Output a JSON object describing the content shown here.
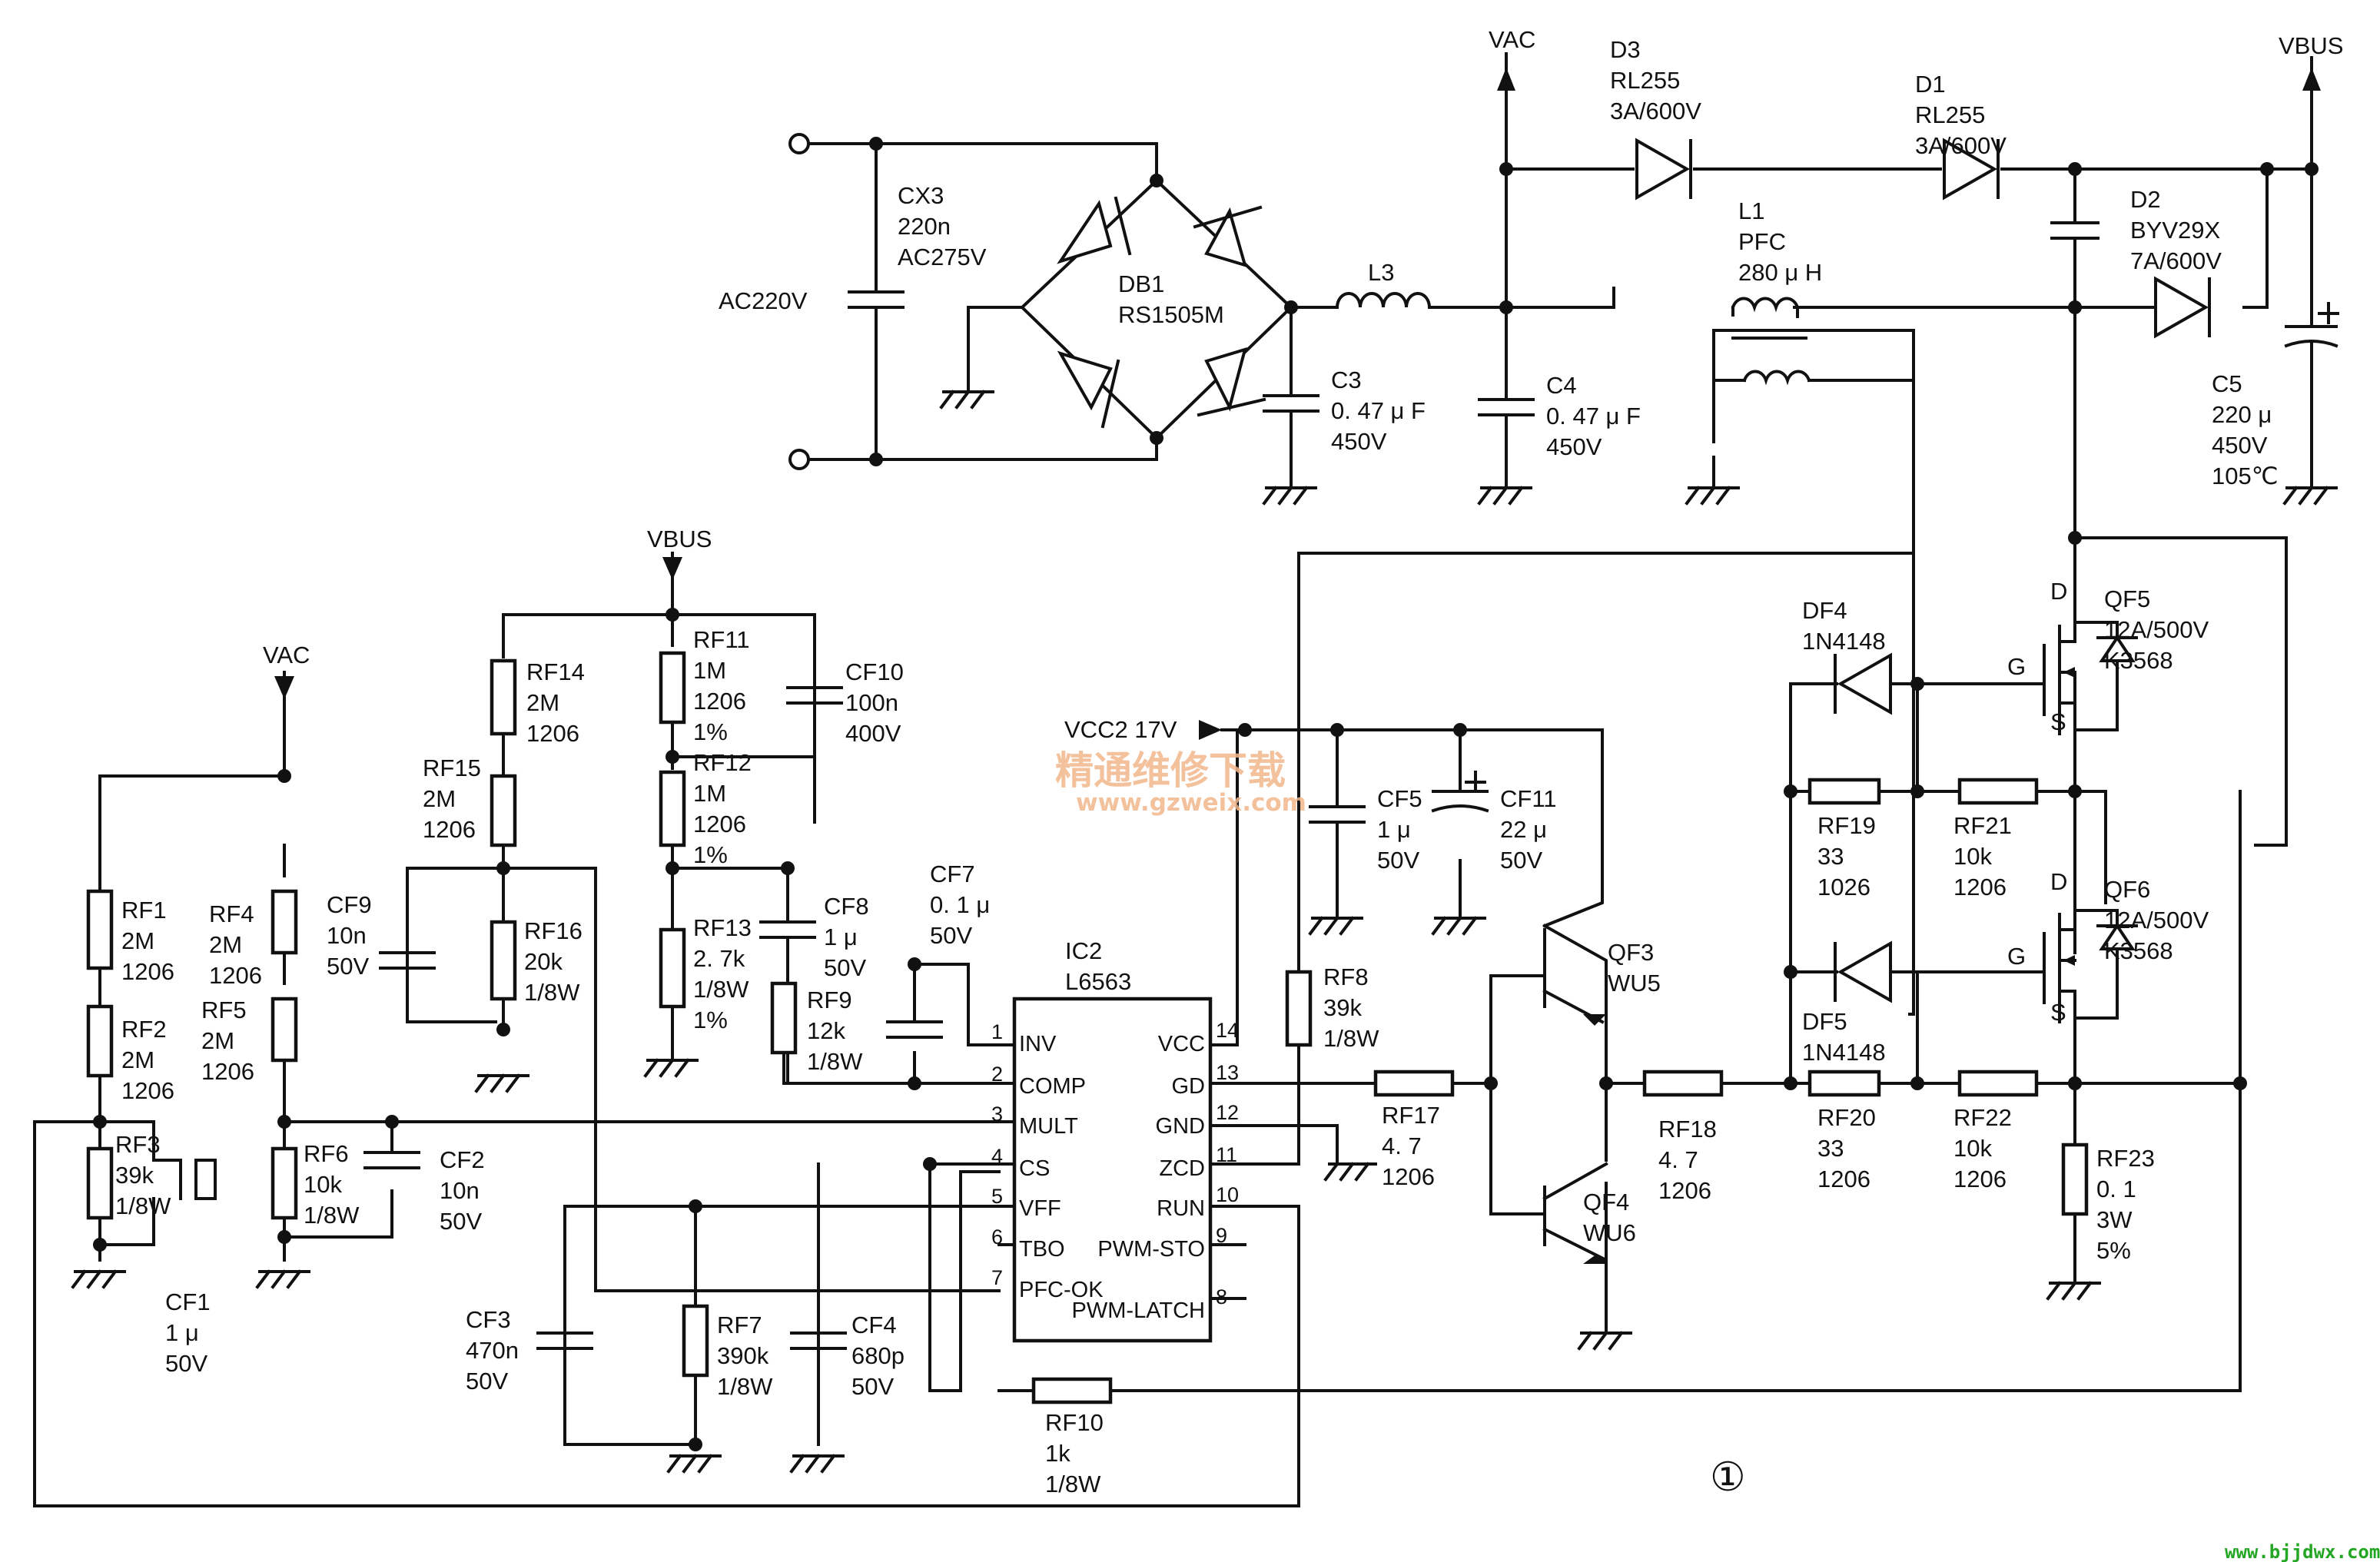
{
  "rails": {
    "vac": "VAC",
    "vbus": "VBUS",
    "vcc2": "VCC2 17V",
    "ac_in": "AC220V"
  },
  "components": [
    {
      "id": "CX3",
      "lines": [
        "CX3",
        "220n",
        "AC275V"
      ]
    },
    {
      "id": "DB1",
      "lines": [
        "DB1",
        "RS1505M"
      ]
    },
    {
      "id": "L3",
      "lines": [
        "L3"
      ]
    },
    {
      "id": "C3",
      "lines": [
        "C3",
        "0. 47 μ F",
        "450V"
      ]
    },
    {
      "id": "C4",
      "lines": [
        "C4",
        "0. 47 μ F",
        "450V"
      ]
    },
    {
      "id": "D3",
      "lines": [
        "D3",
        "RL255",
        "3A/600V"
      ]
    },
    {
      "id": "D1",
      "lines": [
        "D1",
        "RL255",
        "3A/600V"
      ]
    },
    {
      "id": "L1",
      "lines": [
        "L1",
        "PFC",
        "280 μ H"
      ]
    },
    {
      "id": "D2",
      "lines": [
        "D2",
        "BYV29X",
        "7A/600V"
      ]
    },
    {
      "id": "C5",
      "lines": [
        "C5",
        "220 μ",
        "450V",
        "105℃"
      ]
    },
    {
      "id": "QF5",
      "lines": [
        "QF5",
        "12A/500V",
        "K3568"
      ]
    },
    {
      "id": "QF6",
      "lines": [
        "QF6",
        "12A/500V",
        "K3568"
      ]
    },
    {
      "id": "DF4",
      "lines": [
        "DF4",
        "1N4148"
      ]
    },
    {
      "id": "DF5",
      "lines": [
        "DF5",
        "1N4148"
      ]
    },
    {
      "id": "RF19",
      "lines": [
        "RF19",
        "33",
        "1026"
      ]
    },
    {
      "id": "RF21",
      "lines": [
        "RF21",
        "10k",
        "1206"
      ]
    },
    {
      "id": "RF20",
      "lines": [
        "RF20",
        "33",
        "1206"
      ]
    },
    {
      "id": "RF22",
      "lines": [
        "RF22",
        "10k",
        "1206"
      ]
    },
    {
      "id": "RF23",
      "lines": [
        "RF23",
        "0. 1",
        "3W",
        "5%"
      ]
    },
    {
      "id": "RF18",
      "lines": [
        "RF18",
        "4. 7",
        "1206"
      ]
    },
    {
      "id": "QF3",
      "lines": [
        "QF3",
        "WU5"
      ]
    },
    {
      "id": "QF4",
      "lines": [
        "QF4",
        "WU6"
      ]
    },
    {
      "id": "RF17",
      "lines": [
        "RF17",
        "4. 7",
        "1206"
      ]
    },
    {
      "id": "RF8",
      "lines": [
        "RF8",
        "39k",
        "1/8W"
      ]
    },
    {
      "id": "CF5",
      "lines": [
        "CF5",
        "1 μ",
        "50V"
      ]
    },
    {
      "id": "CF11",
      "lines": [
        "CF11",
        "22 μ",
        "50V"
      ]
    },
    {
      "id": "IC2",
      "lines": [
        "IC2",
        "L6563"
      ]
    },
    {
      "id": "RF11",
      "lines": [
        "RF11",
        "1M",
        "1206",
        "1%"
      ]
    },
    {
      "id": "RF12",
      "lines": [
        "RF12",
        "1M",
        "1206",
        "1%"
      ]
    },
    {
      "id": "RF13",
      "lines": [
        "RF13",
        "2. 7k",
        "1/8W",
        "1%"
      ]
    },
    {
      "id": "CF10",
      "lines": [
        "CF10",
        "100n",
        "400V"
      ]
    },
    {
      "id": "CF8",
      "lines": [
        "CF8",
        "1 μ",
        "50V"
      ]
    },
    {
      "id": "RF9",
      "lines": [
        "RF9",
        "12k",
        "1/8W"
      ]
    },
    {
      "id": "CF7",
      "lines": [
        "CF7",
        "0. 1 μ",
        "50V"
      ]
    },
    {
      "id": "RF14",
      "lines": [
        "RF14",
        "2M",
        "1206"
      ]
    },
    {
      "id": "RF15",
      "lines": [
        "RF15",
        "2M",
        "1206"
      ]
    },
    {
      "id": "RF16",
      "lines": [
        "RF16",
        "20k",
        "1/8W"
      ]
    },
    {
      "id": "CF9",
      "lines": [
        "CF9",
        "10n",
        "50V"
      ]
    },
    {
      "id": "RF1",
      "lines": [
        "RF1",
        "2M",
        "1206"
      ]
    },
    {
      "id": "RF2",
      "lines": [
        "RF2",
        "2M",
        "1206"
      ]
    },
    {
      "id": "RF3",
      "lines": [
        "RF3",
        "39k",
        "1/8W"
      ]
    },
    {
      "id": "CF1",
      "lines": [
        "CF1",
        "1 μ",
        "50V"
      ]
    },
    {
      "id": "RF4",
      "lines": [
        "RF4",
        "2M",
        "1206"
      ]
    },
    {
      "id": "RF5",
      "lines": [
        "RF5",
        "2M",
        "1206"
      ]
    },
    {
      "id": "RF6",
      "lines": [
        "RF6",
        "10k",
        "1/8W"
      ]
    },
    {
      "id": "CF2",
      "lines": [
        "CF2",
        "10n",
        "50V"
      ]
    },
    {
      "id": "CF3",
      "lines": [
        "CF3",
        "470n",
        "50V"
      ]
    },
    {
      "id": "RF7",
      "lines": [
        "RF7",
        "390k",
        "1/8W"
      ]
    },
    {
      "id": "CF4",
      "lines": [
        "CF4",
        "680p",
        "50V"
      ]
    },
    {
      "id": "RF10",
      "lines": [
        "RF10",
        "1k",
        "1/8W"
      ]
    }
  ],
  "ic": {
    "left_pins": [
      {
        "num": "1",
        "name": "INV"
      },
      {
        "num": "2",
        "name": "COMP"
      },
      {
        "num": "3",
        "name": "MULT"
      },
      {
        "num": "4",
        "name": "CS"
      },
      {
        "num": "5",
        "name": "VFF"
      },
      {
        "num": "6",
        "name": "TBO"
      },
      {
        "num": "7",
        "name": "PFC-OK"
      }
    ],
    "right_pins": [
      {
        "num": "14",
        "name": "VCC"
      },
      {
        "num": "13",
        "name": "GD"
      },
      {
        "num": "12",
        "name": "GND"
      },
      {
        "num": "11",
        "name": "ZCD"
      },
      {
        "num": "10",
        "name": "RUN"
      },
      {
        "num": "9",
        "name": "PWM-STO"
      },
      {
        "num": "8",
        "name": "PWM-LATCH"
      }
    ]
  },
  "mosfet_pins": {
    "d": "D",
    "g": "G",
    "s": "S"
  },
  "figure_number": "①",
  "watermarks": {
    "cn": "精通维修下载",
    "url": "www.gzweix.com",
    "corner": "www.bjjdwx.com"
  }
}
